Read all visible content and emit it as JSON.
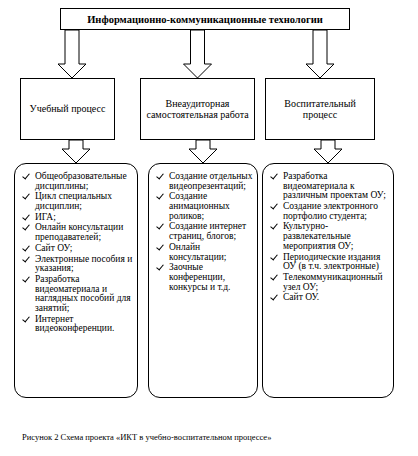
{
  "diagram": {
    "caption": "Рисунок 2 Схема проекта «ИКТ в учебно-воспитательном процессе»",
    "nodes": [
      {
        "text": [
          "Информационно-коммуникационные технологии"
        ]
      },
      {
        "text": [
          "Учебный процесс"
        ]
      },
      {
        "text": [
          "Внеаудиторная самостоятельная работа"
        ]
      },
      {
        "text": [
          "Воспитательный процесс"
        ]
      },
      {
        "text": [
          "Общеобразовательные дисциплины;",
          "Цикл специальных дисциплин;",
          "ИГА;",
          "Онлайн консультации преподавателей;",
          "Сайт ОУ;",
          "Электронные пособия и указания;",
          "Разработка видеоматериала и наглядных пособий для занятий;",
          "Интернет видеоконференции."
        ]
      },
      {
        "text": [
          "Создание отдельных видеопрезентаций;",
          "Создание анимационных роликов;",
          "Создание интернет страниц, блогов;",
          "Онлайн консультации;",
          "Заочные конференции, конкурсы и т.д."
        ]
      },
      {
        "text": [
          "Разработка видеоматериала к различным проектам ОУ;",
          "Создание электронного портфолио студента;",
          "Культурно-развлекательные мероприятия ОУ;",
          "Периодические издания ОУ (в т.ч. электронные)",
          "Телекоммуникационный узел ОУ;",
          "Сайт ОУ."
        ]
      }
    ],
    "edges": [
      {
        "from": 0,
        "to": 1,
        "arrow": "to"
      },
      {
        "from": 0,
        "to": 2,
        "arrow": "to"
      },
      {
        "from": 0,
        "to": 3,
        "arrow": "to"
      },
      {
        "from": 1,
        "to": 4,
        "arrow": "to"
      },
      {
        "from": 2,
        "to": 5,
        "arrow": "to"
      },
      {
        "from": 3,
        "to": 6,
        "arrow": "to"
      }
    ]
  }
}
